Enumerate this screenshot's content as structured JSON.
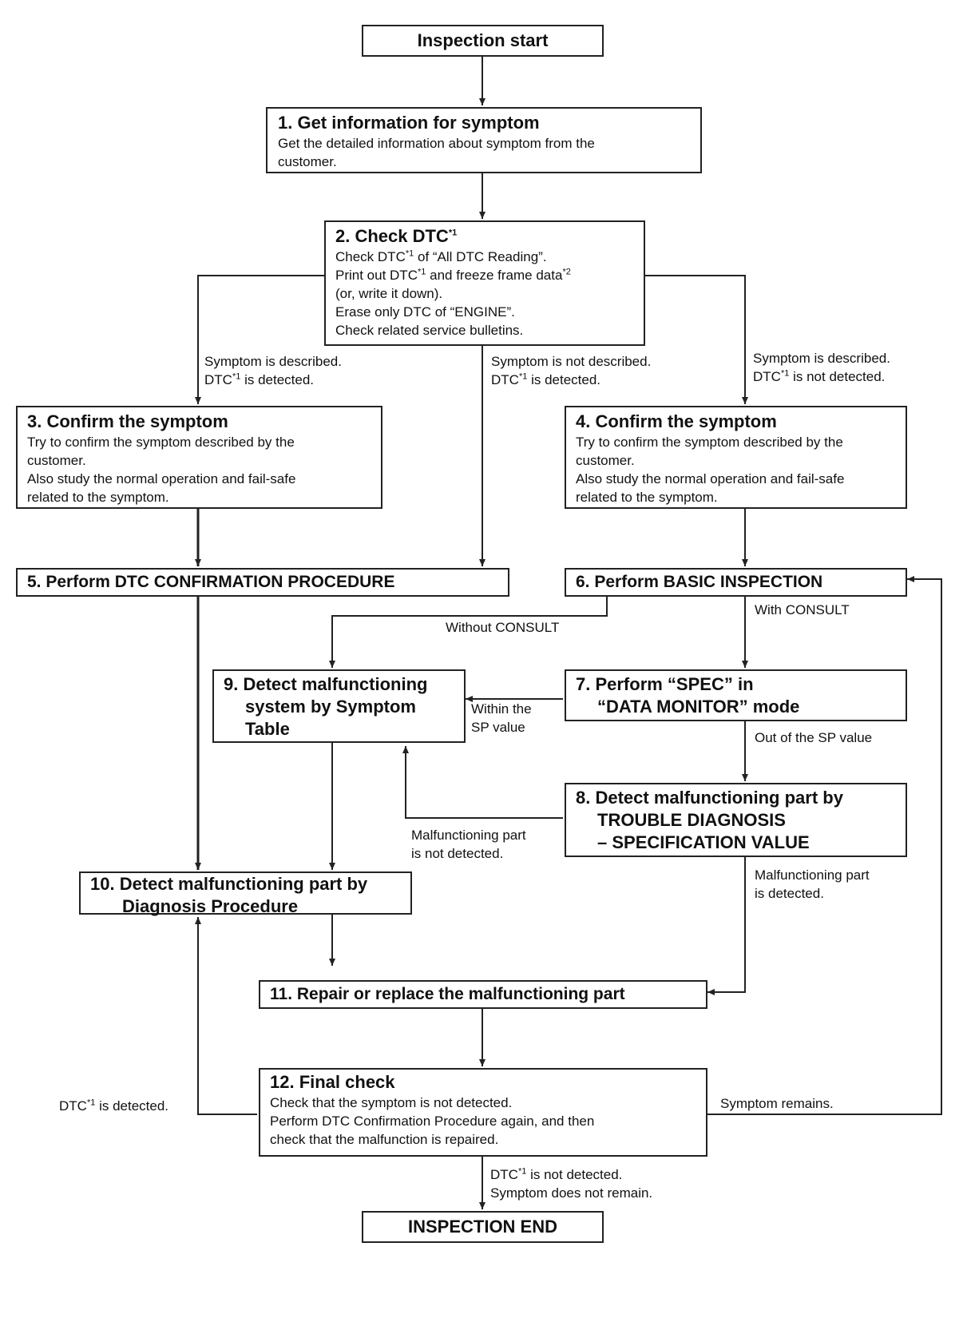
{
  "start": "Inspection start",
  "end": "INSPECTION END",
  "sup1": "*1",
  "sup2": "*2",
  "s1": {
    "title": "1. Get information for symptom",
    "lines": [
      "Get the detailed information about symptom from the",
      "customer."
    ]
  },
  "s2": {
    "title": "2. Check DTC",
    "l1a": "Check DTC",
    "l1b": " of “All DTC Reading”.",
    "l2a": "Print out DTC",
    "l2b": " and freeze frame data",
    "l3": "(or, write it down).",
    "l4": "Erase only DTC of “ENGINE”.",
    "l5": "Check related service bulletins."
  },
  "s3": {
    "title": "3. Confirm the symptom",
    "lines": [
      "Try to confirm the symptom described by the",
      "customer.",
      "Also study the normal operation and fail-safe",
      "related to the symptom."
    ]
  },
  "s4": {
    "title": "4. Confirm the symptom",
    "lines": [
      "Try to confirm the symptom described by the",
      "customer.",
      "Also study the normal operation and fail-safe",
      "related to the symptom."
    ]
  },
  "s5": "5. Perform DTC CONFIRMATION PROCEDURE",
  "s6": "6. Perform BASIC INSPECTION",
  "s7": [
    "7. Perform “SPEC” in",
    "“DATA MONITOR” mode"
  ],
  "s8": [
    "8. Detect malfunctioning part by",
    "TROUBLE DIAGNOSIS",
    "– SPECIFICATION VALUE"
  ],
  "s9": [
    "9. Detect malfunctioning",
    "system by Symptom",
    "Table"
  ],
  "s10": [
    "10. Detect malfunctioning part by",
    "Diagnosis Procedure"
  ],
  "s11": "11. Repair or replace the malfunctioning part",
  "s12": {
    "title": "12. Final check",
    "lines": [
      "Check that the symptom is not detected.",
      "Perform DTC Confirmation Procedure again, and then",
      "check that the malfunction is repaired."
    ]
  },
  "labels": {
    "left_a": "Symptom is described.",
    "left_b": "DTC",
    "left_b2": " is detected.",
    "mid_a": "Symptom is not described.",
    "mid_b": "DTC",
    "mid_b2": " is detected.",
    "right_a": "Symptom is described.",
    "right_b": "DTC",
    "right_b2": " is not detected.",
    "without_consult": "Without CONSULT",
    "with_consult": "With CONSULT",
    "within_a": "Within the",
    "within_b": "SP value",
    "out_sp": "Out of the SP value",
    "notdet_a": "Malfunctioning part",
    "notdet_b": "is not detected.",
    "det_a": "Malfunctioning part",
    "det_b": "is detected.",
    "dtc_det": "DTC",
    "dtc_det2": " is detected.",
    "remains": "Symptom remains.",
    "end_a": "DTC",
    "end_a2": " is not detected.",
    "end_b": "Symptom does not remain."
  }
}
